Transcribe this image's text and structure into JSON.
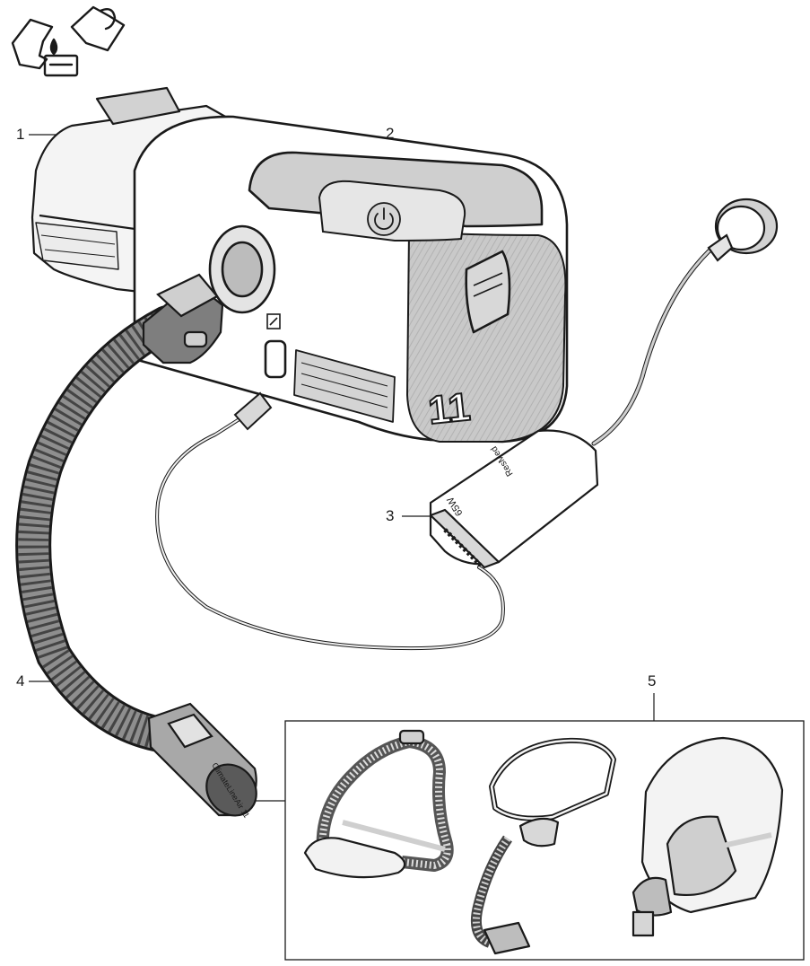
{
  "callouts": [
    {
      "id": "1",
      "text": "1"
    },
    {
      "id": "2",
      "text": "2"
    },
    {
      "id": "3",
      "text": "3"
    },
    {
      "id": "4",
      "text": "4"
    },
    {
      "id": "5",
      "text": "5"
    }
  ],
  "device": {
    "side_number": "11",
    "power_supply_rating": "65W",
    "power_supply_brand": "ResMed",
    "tube_brand": "ClimateLineAir 11"
  },
  "icons": {
    "water_fill": "fill-with-water-icon",
    "power": "power-icon",
    "patient": "patient-connection-icon"
  },
  "colors": {
    "line": "#1a1a1a",
    "panel_gray": "#cfcfcf",
    "tube_gray": "#8e8e8e",
    "body_white": "#ffffff"
  }
}
